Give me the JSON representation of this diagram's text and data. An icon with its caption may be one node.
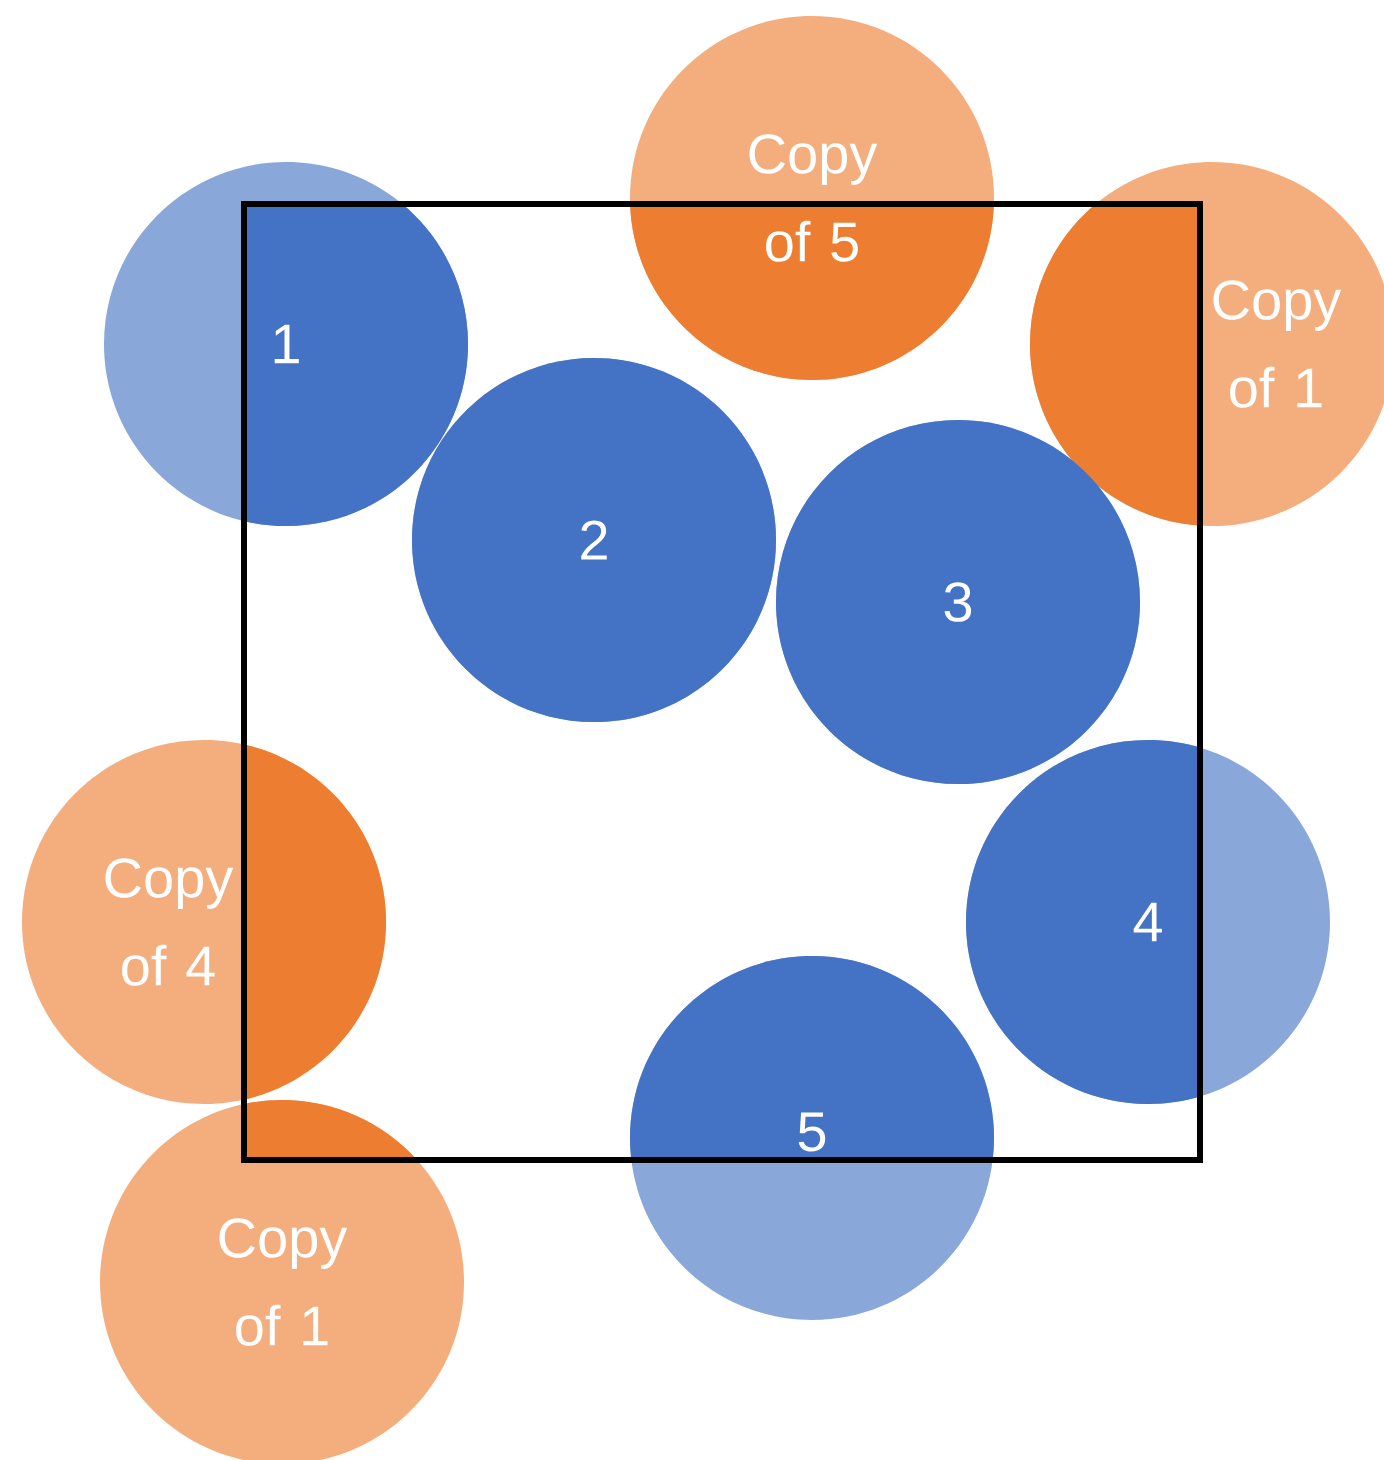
{
  "diagram": {
    "nodes": [
      {
        "text": [],
        "shape": "box"
      },
      {
        "text": [
          "Copy of 5"
        ]
      },
      {
        "text": [
          "1"
        ]
      },
      {
        "text": [
          "Copy of 1"
        ]
      },
      {
        "text": [
          "2"
        ],
        "in": 0
      },
      {
        "text": [
          "3"
        ],
        "in": 0
      },
      {
        "text": [
          "Copy of 4"
        ]
      },
      {
        "text": [
          "4"
        ]
      },
      {
        "text": [
          "5"
        ]
      },
      {
        "text": [
          "Copy of 1"
        ]
      }
    ]
  }
}
